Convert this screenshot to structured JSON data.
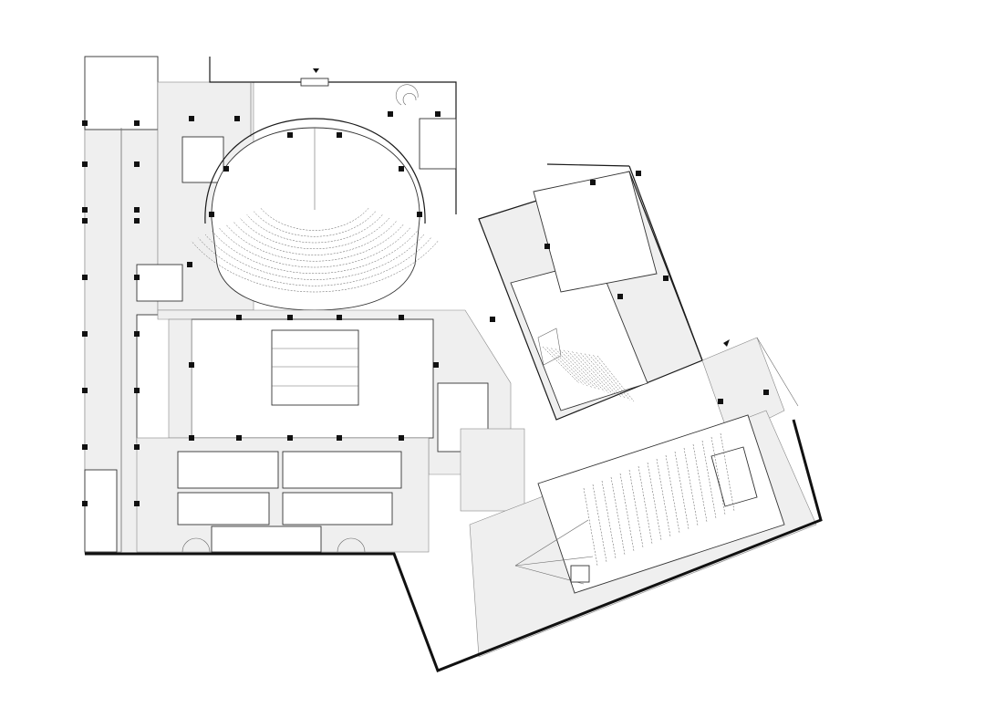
{
  "drawing": {
    "kind": "architectural floor plan",
    "line_color": "#1a1a1a",
    "fill_color": "#efefef",
    "background": "#ffffff"
  },
  "spaces": [
    {
      "id": "main-theater",
      "label": ""
    },
    {
      "id": "central-lobby",
      "label": ""
    },
    {
      "id": "east-hall",
      "label": ""
    },
    {
      "id": "south-hall",
      "label": ""
    },
    {
      "id": "west-wing",
      "label": ""
    },
    {
      "id": "south-wing",
      "label": ""
    }
  ]
}
